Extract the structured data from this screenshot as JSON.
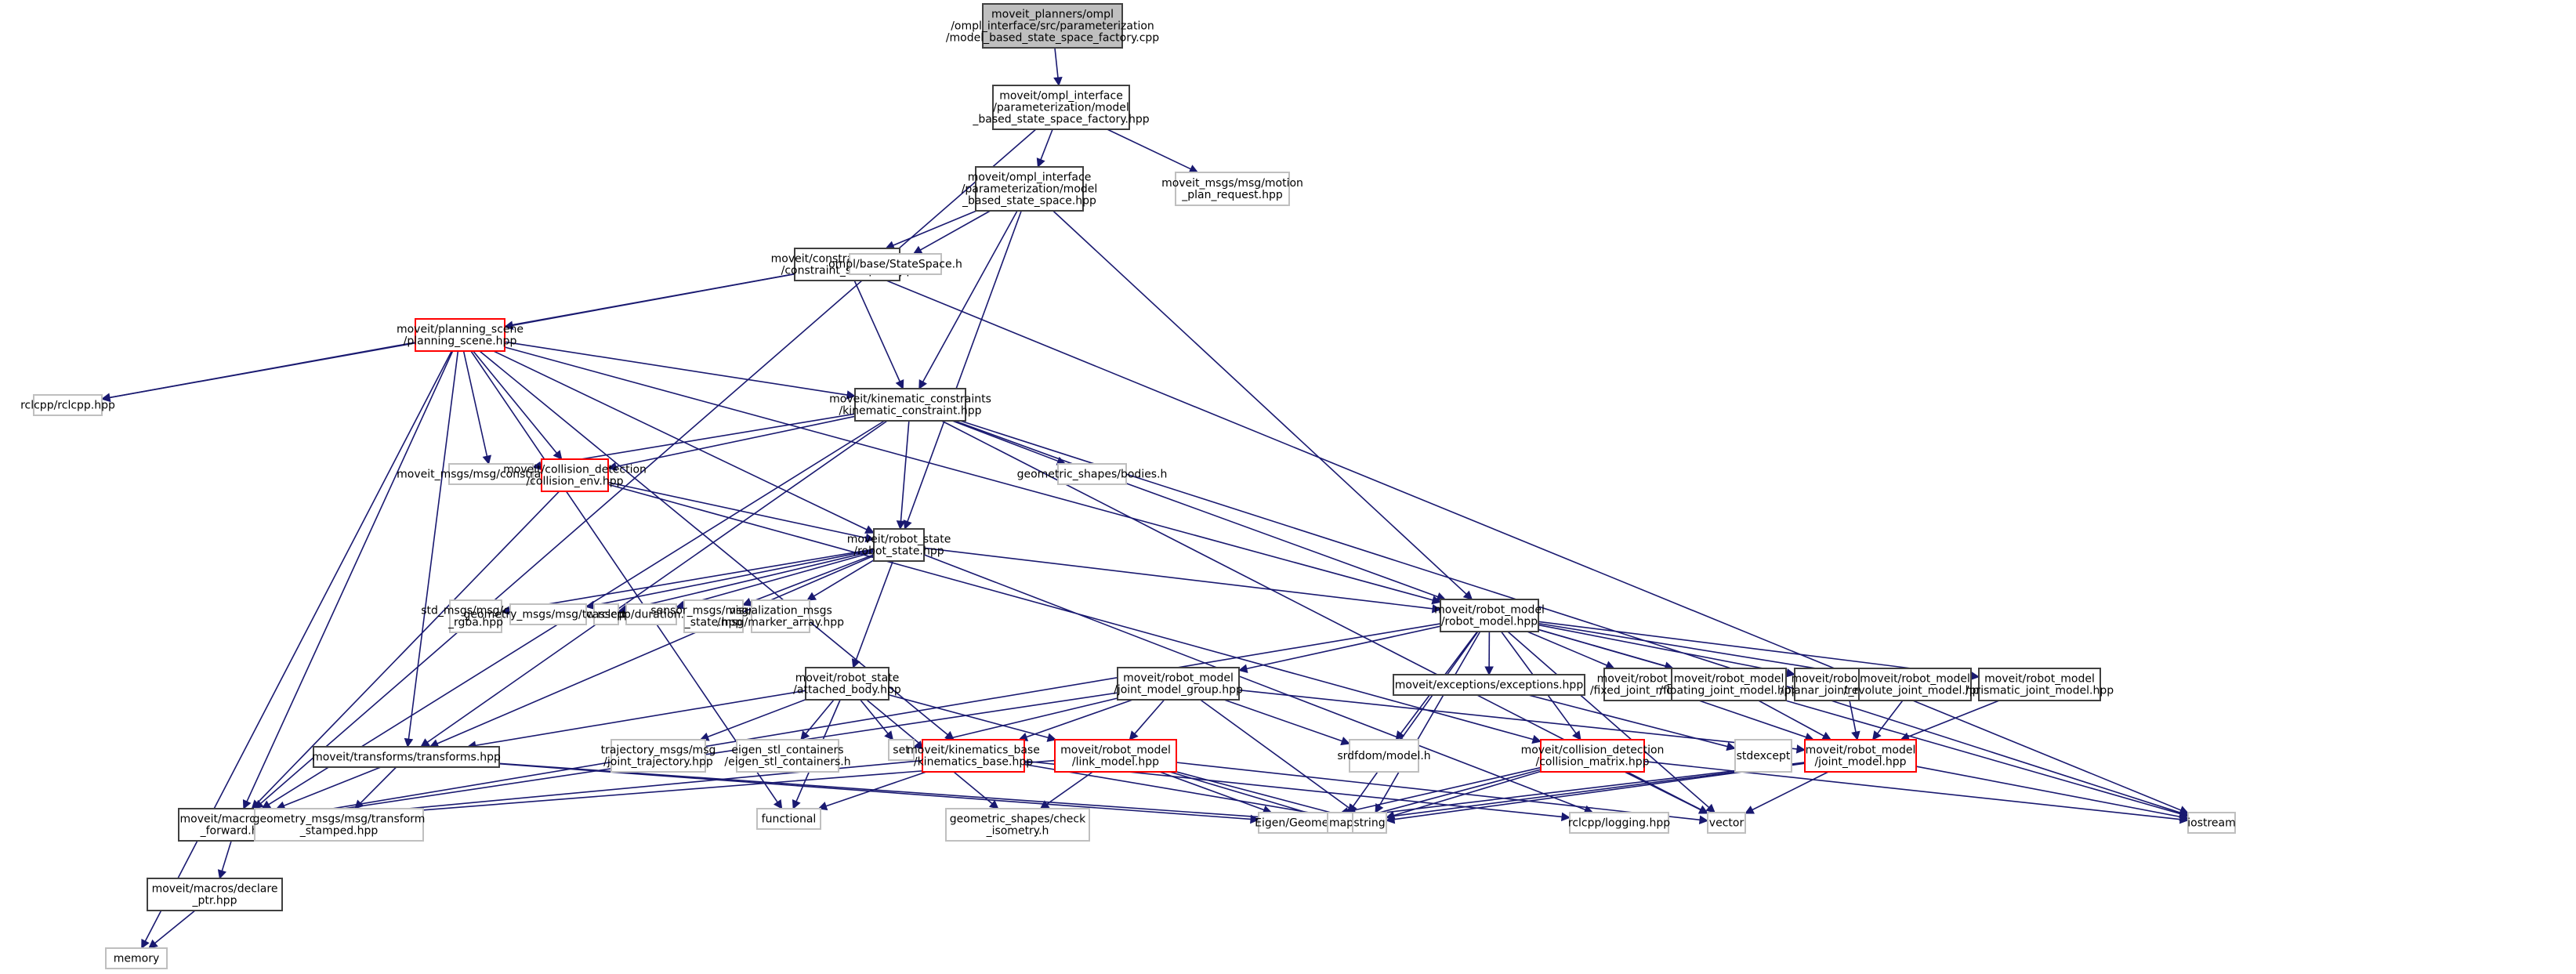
{
  "diagram": {
    "type": "include-dependency-graph",
    "colors": {
      "edge": "#191970",
      "root_fill": "#bfbfbf",
      "documented_border": "#404040",
      "external_border": "#bfbfbf",
      "truncated_border": "#ff0000"
    },
    "nodes": [
      {
        "id": "root",
        "kind": "root",
        "lines": [
          "moveit_planners/ompl",
          "/ompl_interface/src/parameterization",
          "/model_based_state_space_factory.cpp"
        ]
      },
      {
        "id": "factory_hpp",
        "kind": "doc",
        "lines": [
          "moveit/ompl_interface",
          "/parameterization/model",
          "_based_state_space_factory.hpp"
        ]
      },
      {
        "id": "motion_plan_request",
        "kind": "ext",
        "lines": [
          "moveit_msgs/msg/motion",
          "_plan_request.hpp"
        ]
      },
      {
        "id": "state_space_hpp",
        "kind": "doc",
        "lines": [
          "moveit/ompl_interface",
          "/parameterization/model",
          "_based_state_space.hpp"
        ]
      },
      {
        "id": "constraint_sampler",
        "kind": "doc",
        "lines": [
          "moveit/constraint_samplers",
          "/constraint_sampler.hpp"
        ]
      },
      {
        "id": "ompl_statespace",
        "kind": "ext",
        "lines": [
          "ompl/base/StateSpace.h"
        ]
      },
      {
        "id": "planning_scene",
        "kind": "trunc",
        "lines": [
          "moveit/planning_scene",
          "/planning_scene.hpp"
        ]
      },
      {
        "id": "rclcpp",
        "kind": "ext",
        "lines": [
          "rclcpp/rclcpp.hpp"
        ]
      },
      {
        "id": "kinematic_constraint",
        "kind": "doc",
        "lines": [
          "moveit/kinematic_constraints",
          "/kinematic_constraint.hpp"
        ]
      },
      {
        "id": "constraints_msg",
        "kind": "ext",
        "lines": [
          "moveit_msgs/msg/constraints.hpp"
        ]
      },
      {
        "id": "collision_env",
        "kind": "trunc",
        "lines": [
          "moveit/collision_detection",
          "/collision_env.hpp"
        ]
      },
      {
        "id": "bodies",
        "kind": "ext",
        "lines": [
          "geometric_shapes/bodies.h"
        ]
      },
      {
        "id": "robot_state",
        "kind": "doc",
        "lines": [
          "moveit/robot_state",
          "/robot_state.hpp"
        ]
      },
      {
        "id": "color_rgba",
        "kind": "ext",
        "lines": [
          "std_msgs/msg/color",
          "_rgba.hpp"
        ]
      },
      {
        "id": "twist",
        "kind": "ext",
        "lines": [
          "geometry_msgs/msg/twist.hpp"
        ]
      },
      {
        "id": "cassert",
        "kind": "ext",
        "lines": [
          "cassert"
        ]
      },
      {
        "id": "duration",
        "kind": "ext",
        "lines": [
          "rclcpp/duration.hpp"
        ]
      },
      {
        "id": "joint_state",
        "kind": "ext",
        "lines": [
          "sensor_msgs/msg/joint",
          "_state.hpp"
        ]
      },
      {
        "id": "marker_array",
        "kind": "ext",
        "lines": [
          "visualization_msgs",
          "/msg/marker_array.hpp"
        ]
      },
      {
        "id": "robot_model",
        "kind": "doc",
        "lines": [
          "moveit/robot_model",
          "/robot_model.hpp"
        ]
      },
      {
        "id": "attached_body",
        "kind": "doc",
        "lines": [
          "moveit/robot_state",
          "/attached_body.hpp"
        ]
      },
      {
        "id": "joint_model_group",
        "kind": "doc",
        "lines": [
          "moveit/robot_model",
          "/joint_model_group.hpp"
        ]
      },
      {
        "id": "exceptions",
        "kind": "doc",
        "lines": [
          "moveit/exceptions/exceptions.hpp"
        ]
      },
      {
        "id": "fixed_joint",
        "kind": "doc",
        "lines": [
          "moveit/robot_model",
          "/fixed_joint_model.hpp"
        ]
      },
      {
        "id": "floating_joint",
        "kind": "doc",
        "lines": [
          "moveit/robot_model",
          "/floating_joint_model.hpp"
        ]
      },
      {
        "id": "planar_joint",
        "kind": "doc",
        "lines": [
          "moveit/robot_model",
          "/planar_joint_model.hpp"
        ]
      },
      {
        "id": "revolute_joint",
        "kind": "doc",
        "lines": [
          "moveit/robot_model",
          "/revolute_joint_model.hpp"
        ]
      },
      {
        "id": "prismatic_joint",
        "kind": "doc",
        "lines": [
          "moveit/robot_model",
          "/prismatic_joint_model.hpp"
        ]
      },
      {
        "id": "transforms",
        "kind": "doc",
        "lines": [
          "moveit/transforms/transforms.hpp"
        ]
      },
      {
        "id": "joint_trajectory",
        "kind": "ext",
        "lines": [
          "trajectory_msgs/msg",
          "/joint_trajectory.hpp"
        ]
      },
      {
        "id": "eigen_stl",
        "kind": "ext",
        "lines": [
          "eigen_stl_containers",
          "/eigen_stl_containers.h"
        ]
      },
      {
        "id": "set",
        "kind": "ext",
        "lines": [
          "set"
        ]
      },
      {
        "id": "kinematics_base",
        "kind": "trunc",
        "lines": [
          "moveit/kinematics_base",
          "/kinematics_base.hpp"
        ]
      },
      {
        "id": "link_model",
        "kind": "trunc",
        "lines": [
          "moveit/robot_model",
          "/link_model.hpp"
        ]
      },
      {
        "id": "srdfdom",
        "kind": "ext",
        "lines": [
          "srdfdom/model.h"
        ]
      },
      {
        "id": "collision_matrix",
        "kind": "trunc",
        "lines": [
          "moveit/collision_detection",
          "/collision_matrix.hpp"
        ]
      },
      {
        "id": "stdexcept",
        "kind": "ext",
        "lines": [
          "stdexcept"
        ]
      },
      {
        "id": "joint_model",
        "kind": "trunc",
        "lines": [
          "moveit/robot_model",
          "/joint_model.hpp"
        ]
      },
      {
        "id": "class_forward",
        "kind": "doc",
        "lines": [
          "moveit/macros/class",
          "_forward.hpp"
        ]
      },
      {
        "id": "transform_stamped",
        "kind": "ext",
        "lines": [
          "geometry_msgs/msg/transform",
          "_stamped.hpp"
        ]
      },
      {
        "id": "functional",
        "kind": "ext",
        "lines": [
          "functional"
        ]
      },
      {
        "id": "check_isometry",
        "kind": "ext",
        "lines": [
          "geometric_shapes/check",
          "_isometry.h"
        ]
      },
      {
        "id": "eigen_geometry",
        "kind": "ext",
        "lines": [
          "Eigen/Geometry"
        ]
      },
      {
        "id": "map",
        "kind": "ext",
        "lines": [
          "map"
        ]
      },
      {
        "id": "string",
        "kind": "ext",
        "lines": [
          "string"
        ]
      },
      {
        "id": "logging",
        "kind": "ext",
        "lines": [
          "rclcpp/logging.hpp"
        ]
      },
      {
        "id": "vector",
        "kind": "ext",
        "lines": [
          "vector"
        ]
      },
      {
        "id": "iostream",
        "kind": "ext",
        "lines": [
          "iostream"
        ]
      },
      {
        "id": "declare_ptr",
        "kind": "doc",
        "lines": [
          "moveit/macros/declare",
          "_ptr.hpp"
        ]
      },
      {
        "id": "memory",
        "kind": "ext",
        "lines": [
          "memory"
        ]
      }
    ],
    "edges": [
      [
        "root",
        "factory_hpp"
      ],
      [
        "factory_hpp",
        "state_space_hpp"
      ],
      [
        "factory_hpp",
        "motion_plan_request"
      ],
      [
        "factory_hpp",
        "class_forward"
      ],
      [
        "state_space_hpp",
        "constraint_sampler"
      ],
      [
        "state_space_hpp",
        "ompl_statespace"
      ],
      [
        "state_space_hpp",
        "kinematic_constraint"
      ],
      [
        "state_space_hpp",
        "robot_state"
      ],
      [
        "state_space_hpp",
        "robot_model"
      ],
      [
        "constraint_sampler",
        "planning_scene"
      ],
      [
        "constraint_sampler",
        "rclcpp"
      ],
      [
        "constraint_sampler",
        "kinematic_constraint"
      ],
      [
        "constraint_sampler",
        "iostream"
      ],
      [
        "planning_scene",
        "rclcpp"
      ],
      [
        "planning_scene",
        "kinematic_constraint"
      ],
      [
        "planning_scene",
        "constraints_msg"
      ],
      [
        "planning_scene",
        "collision_env"
      ],
      [
        "planning_scene",
        "robot_state"
      ],
      [
        "planning_scene",
        "robot_model"
      ],
      [
        "planning_scene",
        "transforms"
      ],
      [
        "planning_scene",
        "class_forward"
      ],
      [
        "planning_scene",
        "memory"
      ],
      [
        "planning_scene",
        "functional"
      ],
      [
        "planning_scene",
        "kinematics_base"
      ],
      [
        "kinematic_constraint",
        "constraints_msg"
      ],
      [
        "kinematic_constraint",
        "collision_env"
      ],
      [
        "kinematic_constraint",
        "bodies"
      ],
      [
        "kinematic_constraint",
        "robot_state"
      ],
      [
        "kinematic_constraint",
        "robot_model"
      ],
      [
        "kinematic_constraint",
        "transforms"
      ],
      [
        "kinematic_constraint",
        "class_forward"
      ],
      [
        "kinematic_constraint",
        "vector"
      ],
      [
        "kinematic_constraint",
        "iostream"
      ],
      [
        "collision_env",
        "robot_state"
      ],
      [
        "collision_env",
        "class_forward"
      ],
      [
        "collision_env",
        "collision_matrix"
      ],
      [
        "robot_state",
        "color_rgba"
      ],
      [
        "robot_state",
        "twist"
      ],
      [
        "robot_state",
        "cassert"
      ],
      [
        "robot_state",
        "duration"
      ],
      [
        "robot_state",
        "joint_state"
      ],
      [
        "robot_state",
        "marker_array"
      ],
      [
        "robot_state",
        "robot_model"
      ],
      [
        "robot_state",
        "attached_body"
      ],
      [
        "robot_state",
        "transforms"
      ],
      [
        "robot_state",
        "logging"
      ],
      [
        "robot_model",
        "exceptions"
      ],
      [
        "robot_model",
        "fixed_joint"
      ],
      [
        "robot_model",
        "floating_joint"
      ],
      [
        "robot_model",
        "planar_joint"
      ],
      [
        "robot_model",
        "revolute_joint"
      ],
      [
        "robot_model",
        "prismatic_joint"
      ],
      [
        "robot_model",
        "joint_model_group"
      ],
      [
        "robot_model",
        "srdfdom"
      ],
      [
        "robot_model",
        "collision_matrix"
      ],
      [
        "robot_model",
        "class_forward"
      ],
      [
        "robot_model",
        "map"
      ],
      [
        "robot_model",
        "string"
      ],
      [
        "robot_model",
        "vector"
      ],
      [
        "robot_model",
        "iostream"
      ],
      [
        "attached_body",
        "transforms"
      ],
      [
        "attached_body",
        "joint_trajectory"
      ],
      [
        "attached_body",
        "eigen_stl"
      ],
      [
        "attached_body",
        "set"
      ],
      [
        "attached_body",
        "check_isometry"
      ],
      [
        "attached_body",
        "functional"
      ],
      [
        "attached_body",
        "link_model"
      ],
      [
        "joint_model_group",
        "set"
      ],
      [
        "joint_model_group",
        "kinematics_base"
      ],
      [
        "joint_model_group",
        "link_model"
      ],
      [
        "joint_model_group",
        "srdfdom"
      ],
      [
        "joint_model_group",
        "string"
      ],
      [
        "joint_model_group",
        "joint_model"
      ],
      [
        "joint_model_group",
        "class_forward"
      ],
      [
        "exceptions",
        "stdexcept"
      ],
      [
        "fixed_joint",
        "joint_model"
      ],
      [
        "floating_joint",
        "joint_model"
      ],
      [
        "planar_joint",
        "joint_model"
      ],
      [
        "revolute_joint",
        "joint_model"
      ],
      [
        "prismatic_joint",
        "joint_model"
      ],
      [
        "transforms",
        "class_forward"
      ],
      [
        "transforms",
        "transform_stamped"
      ],
      [
        "transforms",
        "eigen_geometry"
      ],
      [
        "transforms",
        "map"
      ],
      [
        "kinematics_base",
        "functional"
      ],
      [
        "kinematics_base",
        "class_forward"
      ],
      [
        "kinematics_base",
        "string"
      ],
      [
        "kinematics_base",
        "logging"
      ],
      [
        "link_model",
        "eigen_geometry"
      ],
      [
        "link_model",
        "map"
      ],
      [
        "link_model",
        "string"
      ],
      [
        "link_model",
        "check_isometry"
      ],
      [
        "link_model",
        "class_forward"
      ],
      [
        "link_model",
        "vector"
      ],
      [
        "collision_matrix",
        "eigen_geometry"
      ],
      [
        "collision_matrix",
        "map"
      ],
      [
        "collision_matrix",
        "string"
      ],
      [
        "collision_matrix",
        "vector"
      ],
      [
        "collision_matrix",
        "iostream"
      ],
      [
        "joint_model",
        "vector"
      ],
      [
        "joint_model",
        "iostream"
      ],
      [
        "joint_model",
        "map"
      ],
      [
        "joint_model",
        "string"
      ],
      [
        "joint_model",
        "eigen_geometry"
      ],
      [
        "class_forward",
        "declare_ptr"
      ],
      [
        "declare_ptr",
        "memory"
      ]
    ]
  }
}
